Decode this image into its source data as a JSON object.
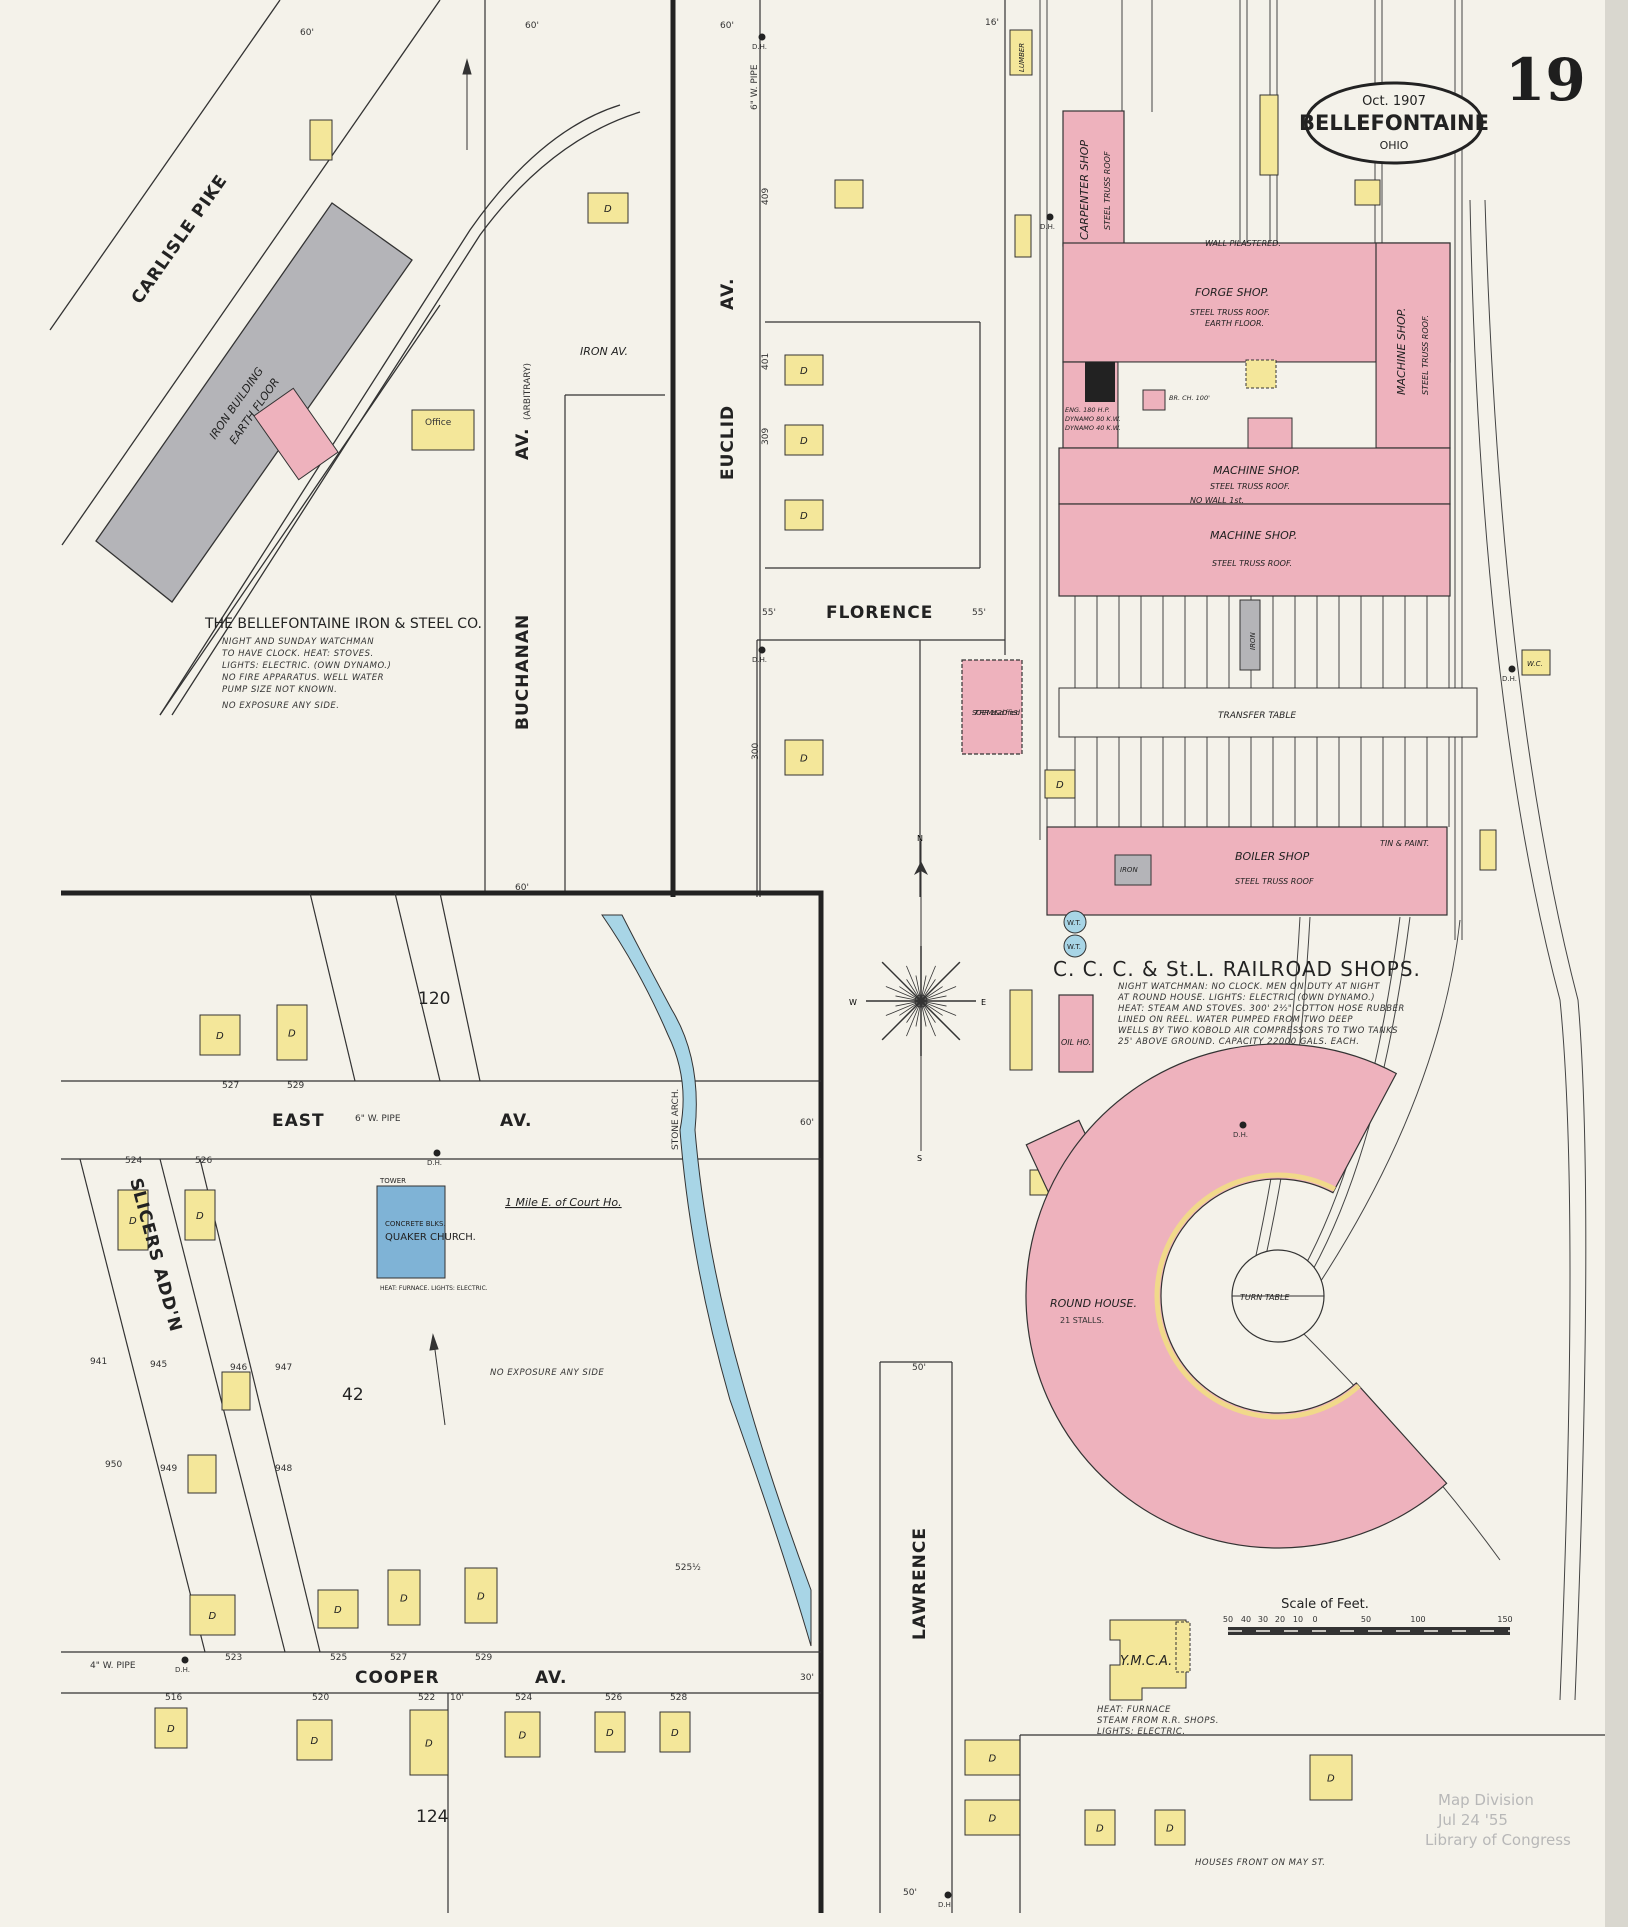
{
  "title_cartouche": {
    "date": "Oct. 1907",
    "city": "BELLEFONTAINE",
    "state": "OHIO"
  },
  "sheet_number": "19",
  "streets": {
    "carlisle_pike": "CARLISLE PIKE",
    "buchanan": "BUCHANAN",
    "buchanan_av": "AV.",
    "buchanan_note": "(ARBITRARY)",
    "euclid": "EUCLID",
    "euclid_av": "AV.",
    "iron_av": "IRON AV.",
    "florence": "FLORENCE",
    "east": "EAST",
    "east_av": "AV.",
    "cooper": "COOPER",
    "cooper_av": "AV.",
    "lawrence": "LAWRENCE",
    "slicers_addn": "SLICERS ADD'N",
    "water_pipe_east": "6\" W. PIPE",
    "water_pipe_cooper": "4\" W. PIPE",
    "water_pipe_euclid": "6\" W. PIPE",
    "stone_arch": "STONE ARCH."
  },
  "iron_steel_co": {
    "name": "THE BELLEFONTAINE IRON & STEEL CO.",
    "building_label": "IRON BUILDING",
    "building_sub": "EARTH FLOOR",
    "notes": [
      "NIGHT AND SUNDAY WATCHMAN",
      "TO HAVE CLOCK. HEAT: STOVES.",
      "LIGHTS: ELECTRIC. (OWN DYNAMO.)",
      "NO FIRE APPARATUS. WELL WATER",
      "PUMP SIZE NOT KNOWN.",
      "NO EXPOSURE ANY SIDE."
    ],
    "office_label": "Office"
  },
  "railroad_shops": {
    "name": "C. C. C. & St.L. RAILROAD SHOPS.",
    "notes": [
      "NIGHT WATCHMAN: NO CLOCK. MEN ON DUTY AT NIGHT",
      "AT ROUND HOUSE. LIGHTS: ELECTRIC (OWN DYNAMO.)",
      "HEAT: STEAM AND STOVES. 300' 2½\" COTTON HOSE RUBBER",
      "LINED ON REEL. WATER PUMPED FROM TWO DEEP",
      "WELLS BY TWO KOBOLD AIR COMPRESSORS TO TWO TANKS",
      "25' ABOVE GROUND. CAPACITY 22000 GALS. EACH."
    ],
    "buildings": {
      "carpenter": "CARPENTER SHOP",
      "carpenter_roof": "STEEL TRUSS ROOF",
      "wall_note": "WALL PILASTERED.",
      "forge": "FORGE SHOP.",
      "forge_roof": "STEEL TRUSS ROOF.",
      "forge_floor": "EARTH FLOOR.",
      "machine_east": "MACHINE SHOP.",
      "machine_east_roof": "STEEL TRUSS ROOF.",
      "machine_1": "MACHINE SHOP.",
      "machine_1_roof": "STEEL TRUSS ROOF.",
      "machine_1_note": "NO WALL 1st.",
      "machine_2": "MACHINE SHOP.",
      "machine_2_roof": "STEEL TRUSS ROOF.",
      "dynamo": [
        "ENG. 180 H.P.",
        "DYNAMO 80 K.W.",
        "DYNAMO 40 K.W."
      ],
      "chimney": "BR. CH. 100'",
      "transfer_table": "TRANSFER TABLE",
      "boiler": "BOILER SHOP",
      "boiler_roof": "STEEL TRUSS ROOF",
      "tin_paint": "TIN & PAINT.",
      "iron": "IRON",
      "water_tank": "W.T.",
      "store_room": "STORE RM. 1st & 2d. Office 3d",
      "oil_house": "OIL HO.",
      "round_house": "ROUND HOUSE.",
      "round_house_stalls": "21 STALLS.",
      "turn_table": "TURN TABLE",
      "lumber": "LUMBER",
      "wc": "W.C."
    }
  },
  "church": {
    "name": "QUAKER CHURCH.",
    "material": "CONCRETE BLKS.",
    "tower": "TOWER",
    "heat": "HEAT: FURNACE. LIGHTS: ELECTRIC.",
    "distance": "1 Mile E. of Court Ho.",
    "exposure": "NO EXPOSURE ANY SIDE"
  },
  "ymca": {
    "name": "Y.M.C.A.",
    "notes": [
      "HEAT: FURNACE",
      "STEAM FROM R.R. SHOPS.",
      "LIGHTS: ELECTRIC."
    ]
  },
  "houses_note": "HOUSES FRONT ON MAY ST.",
  "block_numbers": [
    "120",
    "42",
    "124"
  ],
  "addresses": {
    "east_north": [
      "527",
      "529"
    ],
    "east_south": [
      "524",
      "526"
    ],
    "slicers": [
      "941",
      "945",
      "946",
      "947",
      "950",
      "949",
      "948"
    ],
    "cooper_north": [
      "523",
      "525",
      "527",
      "529"
    ],
    "cooper_south": [
      "516",
      "520",
      "522",
      "524",
      "526",
      "528"
    ],
    "euclid": [
      "409",
      "401",
      "309",
      "300"
    ],
    "shed": "525½"
  },
  "street_widths": [
    "60'",
    "60'",
    "60'",
    "60'",
    "16'",
    "55'",
    "55'",
    "60'",
    "50'",
    "50'",
    "30'",
    "10'"
  ],
  "fire_hydrant_label": "D.H.",
  "dwelling_label": "D",
  "compass": {
    "n": "N",
    "s": "S",
    "e": "E",
    "w": "W"
  },
  "scale": {
    "title": "Scale of Feet.",
    "ticks": [
      "50",
      "40",
      "30",
      "20",
      "10",
      "0",
      "50",
      "100",
      "150"
    ]
  },
  "stamp": {
    "line1": "Map Division",
    "line2": "Jul 24 '55",
    "line3": "Library of Congress"
  },
  "colors": {
    "brick": "#eeb2bd",
    "frame": "#f4e79a",
    "iron": "#b4b4b8",
    "stone": "#7fb3d6",
    "water": "#a8d5e6",
    "paper": "#f4f2ea"
  }
}
